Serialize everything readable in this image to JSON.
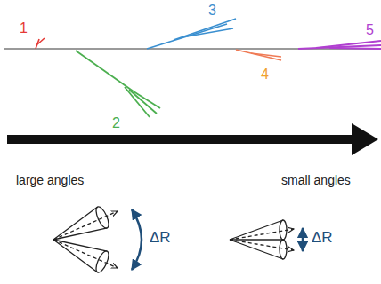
{
  "diagram": {
    "labels": [
      "1",
      "2",
      "3",
      "4",
      "5",
      "large angles",
      "small angles",
      "ΔR",
      "ΔR"
    ]
  }
}
